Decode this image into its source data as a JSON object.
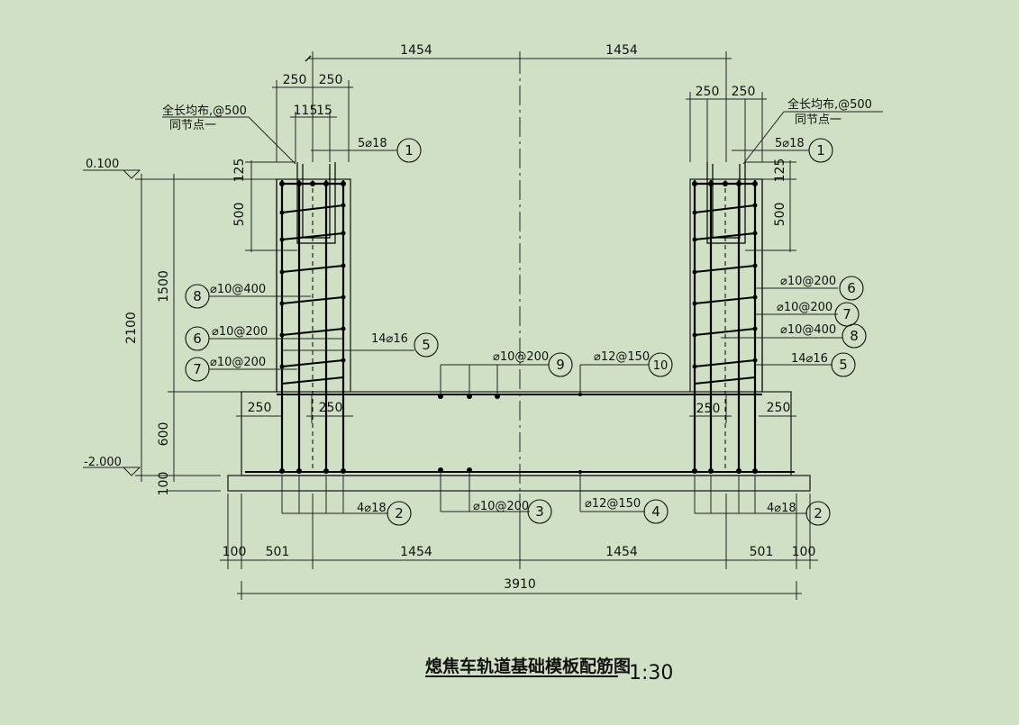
{
  "drawing": {
    "title": "熄焦车轨道基础模板配筋图",
    "scale": "1:30"
  },
  "elevations": {
    "top": "0.100",
    "bottom": "-2.000"
  },
  "dimensions": {
    "top_half_left": "1454",
    "top_half_right": "1454",
    "wall_left_a": "250",
    "wall_left_b": "250",
    "wall_right_a": "250",
    "wall_right_b": "250",
    "small_115": "115",
    "small_15": "15",
    "v_125_left": "125",
    "v_500_left": "500",
    "v_1500": "1500",
    "v_2100": "2100",
    "v_600": "600",
    "v_100": "100",
    "v_125_right": "125",
    "v_500_right": "500",
    "base_250_1": "250",
    "base_250_2": "250",
    "base_250_3": "250",
    "base_250_4": "250",
    "bot_100_left": "100",
    "bot_501_left": "501",
    "bot_1454_left": "1454",
    "bot_1454_right": "1454",
    "bot_501_right": "501",
    "bot_100_right": "100",
    "total": "3910"
  },
  "notes": {
    "left_line1": "全长均布,@500",
    "left_line2": "同节点一",
    "right_line1": "全长均布,@500",
    "right_line2": "同节点一"
  },
  "rebar_labels": {
    "top_left": "5⌀18",
    "top_right": "5⌀18",
    "l8": "⌀10@400",
    "l6": "⌀10@200",
    "l7": "⌀10@200",
    "l5": "14⌀16",
    "m9": "⌀10@200",
    "m10": "⌀12@150",
    "r6": "⌀10@200",
    "r7": "⌀10@200",
    "r8": "⌀10@400",
    "r5": "14⌀16",
    "b2l": "4⌀18",
    "b3": "⌀10@200",
    "b4": "⌀12@150",
    "b2r": "4⌀18"
  },
  "markers": {
    "m1l": "1",
    "m1r": "1",
    "m8l": "8",
    "m6l": "6",
    "m7l": "7",
    "m5l": "5",
    "m9": "9",
    "m10": "10",
    "m6r": "6",
    "m7r": "7",
    "m8r": "8",
    "m5r": "5",
    "m2l": "2",
    "m3": "3",
    "m4": "4",
    "m2r": "2"
  }
}
